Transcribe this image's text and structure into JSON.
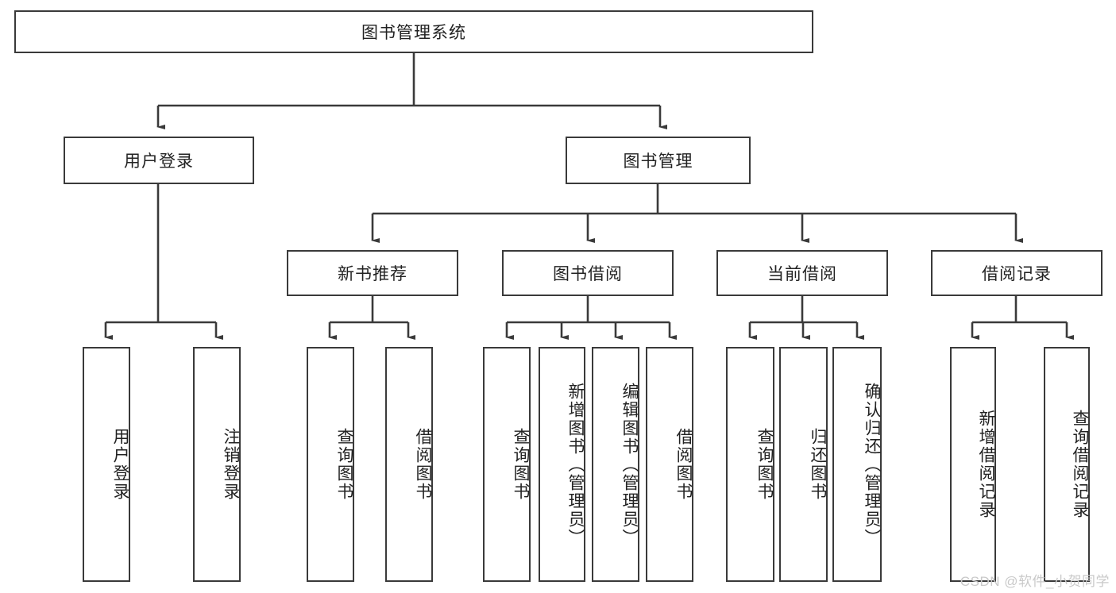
{
  "diagram": {
    "title": "图书管理系统",
    "watermark": "CSDN @软件_小贺同学",
    "colors": {
      "stroke": "#3a3a3a",
      "fill": "#ffffff",
      "text": "#222222",
      "watermark": "#c9c9c9"
    },
    "root": {
      "label": "图书管理系统"
    },
    "level1": [
      {
        "label": "用户登录"
      },
      {
        "label": "图书管理"
      }
    ],
    "level2": [
      {
        "label": "新书推荐"
      },
      {
        "label": "图书借阅"
      },
      {
        "label": "当前借阅"
      },
      {
        "label": "借阅记录"
      }
    ],
    "leaves": {
      "user_login": [
        {
          "label": "用户登录"
        },
        {
          "label": "注销登录"
        }
      ],
      "new_book_recommend": [
        {
          "label": "查询图书"
        },
        {
          "label": "借阅图书"
        }
      ],
      "book_borrow": [
        {
          "label": "查询图书"
        },
        {
          "label": "新增图书（管理员）"
        },
        {
          "label": "编辑图书（管理员）"
        },
        {
          "label": "借阅图书"
        }
      ],
      "current_borrow": [
        {
          "label": "查询图书"
        },
        {
          "label": "归还图书"
        },
        {
          "label": "确认归还（管理员）"
        }
      ],
      "borrow_record": [
        {
          "label": "新增借阅记录"
        },
        {
          "label": "查询借阅记录"
        }
      ]
    }
  }
}
